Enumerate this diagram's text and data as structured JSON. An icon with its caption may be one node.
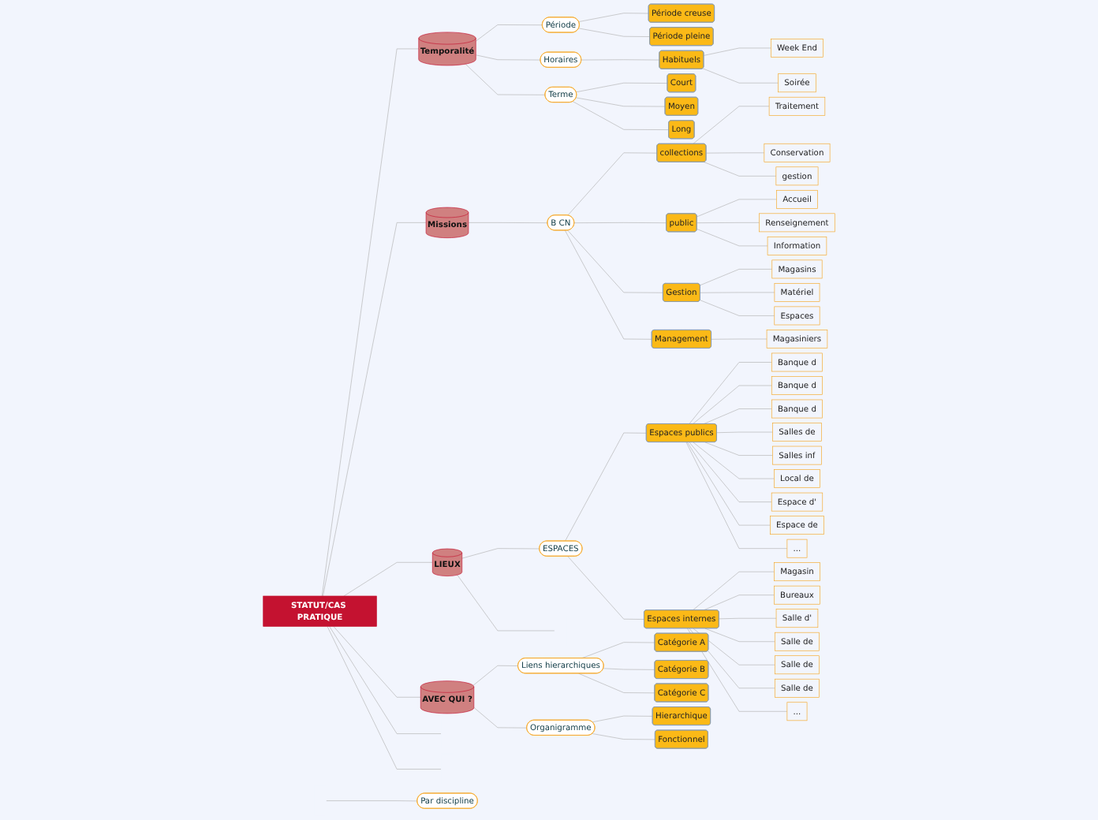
{
  "diagram": {
    "nodes": [
      {
        "text": [
          "STATUT/CAS PRATIQUE"
        ]
      },
      {
        "text": [
          "Temporalité"
        ]
      },
      {
        "text": [
          "Période"
        ]
      },
      {
        "text": [
          "Période creuse"
        ]
      },
      {
        "text": [
          "Période pleine"
        ]
      },
      {
        "text": [
          "Horaires"
        ]
      },
      {
        "text": [
          "Habituels"
        ]
      },
      {
        "text": [
          "Week End"
        ]
      },
      {
        "text": [
          "Soirée"
        ]
      },
      {
        "text": [
          "Terme"
        ]
      },
      {
        "text": [
          "Court"
        ]
      },
      {
        "text": [
          "Moyen"
        ]
      },
      {
        "text": [
          "Long"
        ]
      },
      {
        "text": [
          "Missions"
        ]
      },
      {
        "text": [
          "B CN"
        ]
      },
      {
        "text": [
          "collections"
        ]
      },
      {
        "text": [
          "Traitement"
        ]
      },
      {
        "text": [
          "Conservation"
        ]
      },
      {
        "text": [
          "gestion"
        ]
      },
      {
        "text": [
          "public"
        ]
      },
      {
        "text": [
          "Accueil"
        ]
      },
      {
        "text": [
          "Renseignement"
        ]
      },
      {
        "text": [
          "Information"
        ]
      },
      {
        "text": [
          "Gestion"
        ]
      },
      {
        "text": [
          "Magasins"
        ]
      },
      {
        "text": [
          "Matériel"
        ]
      },
      {
        "text": [
          "Espaces"
        ]
      },
      {
        "text": [
          "Management"
        ]
      },
      {
        "text": [
          "Magasiniers"
        ]
      },
      {
        "text": [
          "LIEUX"
        ]
      },
      {
        "text": [
          "ESPACES"
        ]
      },
      {
        "text": [
          "Espaces publics"
        ]
      },
      {
        "text": [
          "Banque d"
        ]
      },
      {
        "text": [
          "Banque d"
        ]
      },
      {
        "text": [
          "Banque d"
        ]
      },
      {
        "text": [
          "Salles de"
        ]
      },
      {
        "text": [
          "Salles inf"
        ]
      },
      {
        "text": [
          "Local de"
        ]
      },
      {
        "text": [
          "Espace d'"
        ]
      },
      {
        "text": [
          "Espace de"
        ]
      },
      {
        "text": [
          "..."
        ]
      },
      {
        "text": [
          "Espaces internes"
        ]
      },
      {
        "text": [
          "Magasin"
        ]
      },
      {
        "text": [
          "Bureaux"
        ]
      },
      {
        "text": [
          "Salle d'"
        ]
      },
      {
        "text": [
          "Salle de"
        ]
      },
      {
        "text": [
          "Salle de"
        ]
      },
      {
        "text": [
          "Salle de"
        ]
      },
      {
        "text": [
          "..."
        ]
      },
      {
        "text": [
          "AVEC QUI ?"
        ]
      },
      {
        "text": [
          "Liens hierarchiques"
        ]
      },
      {
        "text": [
          "Catégorie A"
        ]
      },
      {
        "text": [
          "Catégorie B"
        ]
      },
      {
        "text": [
          "Catégorie C"
        ]
      },
      {
        "text": [
          "Organigramme"
        ]
      },
      {
        "text": [
          "Hierarchique"
        ]
      },
      {
        "text": [
          "Fonctionnel"
        ]
      },
      {
        "text": [
          "Par discipline"
        ]
      }
    ],
    "edges": [
      {
        "from": 0,
        "to": 1,
        "arrow": "none"
      },
      {
        "from": 1,
        "to": 2,
        "arrow": "none"
      },
      {
        "from": 2,
        "to": 3,
        "arrow": "none"
      },
      {
        "from": 2,
        "to": 4,
        "arrow": "none"
      },
      {
        "from": 1,
        "to": 5,
        "arrow": "none"
      },
      {
        "from": 5,
        "to": 6,
        "arrow": "none"
      },
      {
        "from": 6,
        "to": 7,
        "arrow": "none"
      },
      {
        "from": 6,
        "to": 8,
        "arrow": "none"
      },
      {
        "from": 1,
        "to": 9,
        "arrow": "none"
      },
      {
        "from": 9,
        "to": 10,
        "arrow": "none"
      },
      {
        "from": 9,
        "to": 11,
        "arrow": "none"
      },
      {
        "from": 9,
        "to": 12,
        "arrow": "none"
      },
      {
        "from": 0,
        "to": 13,
        "arrow": "none"
      },
      {
        "from": 13,
        "to": 14,
        "arrow": "none"
      },
      {
        "from": 14,
        "to": 15,
        "arrow": "none"
      },
      {
        "from": 15,
        "to": 16,
        "arrow": "none"
      },
      {
        "from": 15,
        "to": 17,
        "arrow": "none"
      },
      {
        "from": 15,
        "to": 18,
        "arrow": "none"
      },
      {
        "from": 14,
        "to": 19,
        "arrow": "none"
      },
      {
        "from": 19,
        "to": 20,
        "arrow": "none"
      },
      {
        "from": 19,
        "to": 21,
        "arrow": "none"
      },
      {
        "from": 19,
        "to": 22,
        "arrow": "none"
      },
      {
        "from": 14,
        "to": 23,
        "arrow": "none"
      },
      {
        "from": 23,
        "to": 24,
        "arrow": "none"
      },
      {
        "from": 23,
        "to": 25,
        "arrow": "none"
      },
      {
        "from": 23,
        "to": 26,
        "arrow": "none"
      },
      {
        "from": 14,
        "to": 27,
        "arrow": "none"
      },
      {
        "from": 27,
        "to": 28,
        "arrow": "none"
      },
      {
        "from": 0,
        "to": 29,
        "arrow": "none"
      },
      {
        "from": 29,
        "to": 30,
        "arrow": "none"
      },
      {
        "from": 29,
        "to": null,
        "arrow": "none"
      },
      {
        "from": 30,
        "to": 31,
        "arrow": "none"
      },
      {
        "from": 31,
        "to": 32,
        "arrow": "none"
      },
      {
        "from": 31,
        "to": 33,
        "arrow": "none"
      },
      {
        "from": 31,
        "to": 34,
        "arrow": "none"
      },
      {
        "from": 31,
        "to": 35,
        "arrow": "none"
      },
      {
        "from": 31,
        "to": 36,
        "arrow": "none"
      },
      {
        "from": 31,
        "to": 37,
        "arrow": "none"
      },
      {
        "from": 31,
        "to": 38,
        "arrow": "none"
      },
      {
        "from": 31,
        "to": 39,
        "arrow": "none"
      },
      {
        "from": 31,
        "to": 40,
        "arrow": "none"
      },
      {
        "from": 30,
        "to": 41,
        "arrow": "none"
      },
      {
        "from": 41,
        "to": 42,
        "arrow": "none"
      },
      {
        "from": 41,
        "to": 43,
        "arrow": "none"
      },
      {
        "from": 41,
        "to": 44,
        "arrow": "none"
      },
      {
        "from": 41,
        "to": 45,
        "arrow": "none"
      },
      {
        "from": 41,
        "to": 46,
        "arrow": "none"
      },
      {
        "from": 41,
        "to": 47,
        "arrow": "none"
      },
      {
        "from": 41,
        "to": 48,
        "arrow": "none"
      },
      {
        "from": 0,
        "to": 49,
        "arrow": "none"
      },
      {
        "from": 49,
        "to": 50,
        "arrow": "none"
      },
      {
        "from": 50,
        "to": 51,
        "arrow": "none"
      },
      {
        "from": 50,
        "to": 52,
        "arrow": "none"
      },
      {
        "from": 50,
        "to": 53,
        "arrow": "none"
      },
      {
        "from": 49,
        "to": 54,
        "arrow": "none"
      },
      {
        "from": 54,
        "to": 55,
        "arrow": "none"
      },
      {
        "from": 54,
        "to": 56,
        "arrow": "none"
      },
      {
        "from": 0,
        "to": null,
        "arrow": "none"
      },
      {
        "from": 0,
        "to": null,
        "arrow": "none"
      },
      {
        "from": null,
        "to": 57,
        "arrow": "none"
      }
    ]
  }
}
